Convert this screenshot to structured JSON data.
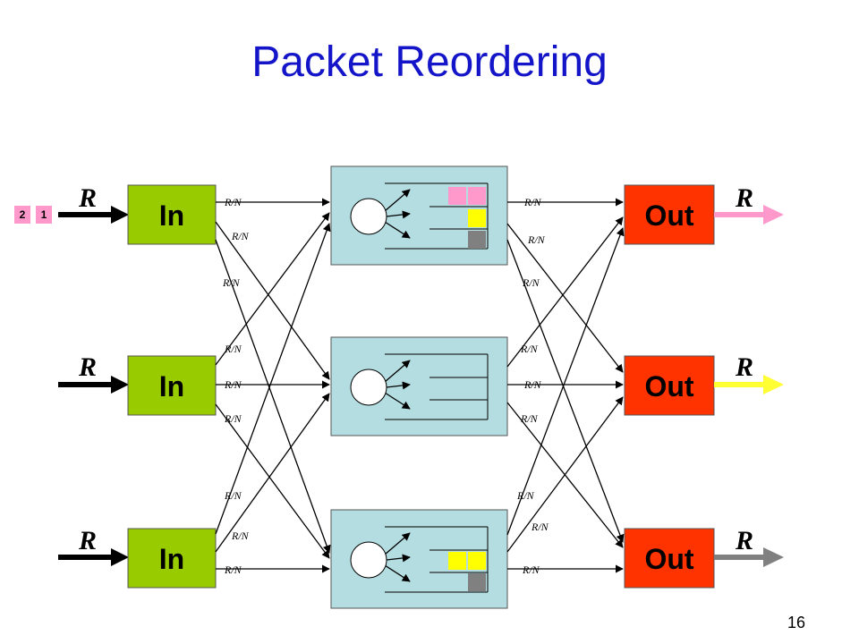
{
  "title": "Packet Reordering",
  "page_number": "16",
  "rate_label": "R",
  "link_rate_label": "R/N",
  "inputs": [
    {
      "label": "In"
    },
    {
      "label": "In"
    },
    {
      "label": "In"
    }
  ],
  "outputs": [
    {
      "label": "Out",
      "arrow_color": "#ff99cc"
    },
    {
      "label": "Out",
      "arrow_color": "#ffff33"
    },
    {
      "label": "Out",
      "arrow_color": "#808080"
    }
  ],
  "incoming_packets": [
    {
      "number": "2",
      "color": "#ff99cc"
    },
    {
      "number": "1",
      "color": "#ff99cc"
    }
  ],
  "colors": {
    "input_port": "#99cc00",
    "output_port": "#ff3300",
    "middle_stage": "#b3dde0",
    "pink_packet": "#ff99cc",
    "yellow_packet": "#ffff00",
    "gray_packet": "#808080",
    "title": "#1414c8"
  },
  "middle_stages": [
    {
      "queues": [
        [
          "#ff99cc",
          "#ff99cc"
        ],
        [
          "#ffff00"
        ],
        [
          "#808080"
        ]
      ]
    },
    {
      "queues": [
        [],
        [],
        []
      ]
    },
    {
      "queues": [
        [
          "#ffff00",
          "#ffff00"
        ],
        [
          "#808080"
        ],
        []
      ]
    }
  ]
}
